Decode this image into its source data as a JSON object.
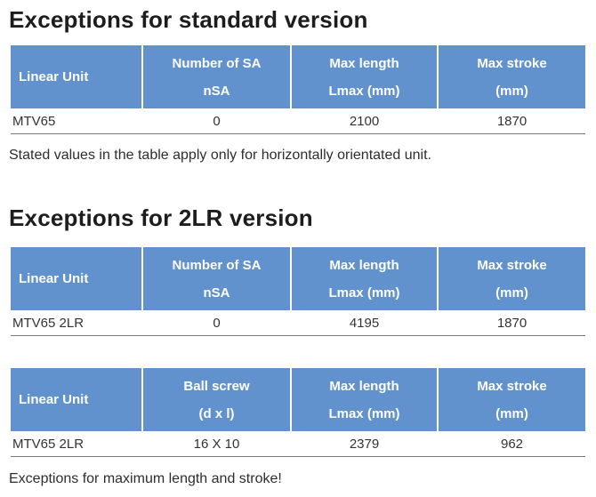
{
  "document": {
    "headings": {
      "standard": "Exceptions for standard version",
      "two_lr": "Exceptions for 2LR version"
    },
    "notes": {
      "standard": "Stated values in the table apply only for horizontally orientated unit.",
      "max_length": "Exceptions for maximum length and stroke!"
    }
  },
  "tables": [
    {
      "columns": [
        {
          "line1": "Linear Unit"
        },
        {
          "line1": "Number of SA",
          "line2": "nSA"
        },
        {
          "line1": "Max length",
          "line2": "Lmax (mm)"
        },
        {
          "line1": "Max stroke",
          "line2": "(mm)"
        }
      ],
      "row": [
        "MTV65",
        "0",
        "2100",
        "1870"
      ]
    },
    {
      "columns": [
        {
          "line1": "Linear Unit"
        },
        {
          "line1": "Number of SA",
          "line2": "nSA"
        },
        {
          "line1": "Max length",
          "line2": "Lmax (mm)"
        },
        {
          "line1": "Max stroke",
          "line2": "(mm)"
        }
      ],
      "row": [
        "MTV65 2LR",
        "0",
        "4195",
        "1870"
      ]
    },
    {
      "columns": [
        {
          "line1": "Linear Unit"
        },
        {
          "line1": "Ball screw",
          "line2": "(d x l)"
        },
        {
          "line1": "Max length",
          "line2": "Lmax (mm)"
        },
        {
          "line1": "Max stroke",
          "line2": "(mm)"
        }
      ],
      "row": [
        "MTV65 2LR",
        "16 X 10",
        "2379",
        "962"
      ]
    }
  ],
  "colors": {
    "header_background": "#6192ce",
    "header_text": "#ffffff",
    "heading_text": "#1d1d1d",
    "body_text": "#333333",
    "row_divider": "#7a7a7a",
    "page_background": "#ffffff"
  }
}
